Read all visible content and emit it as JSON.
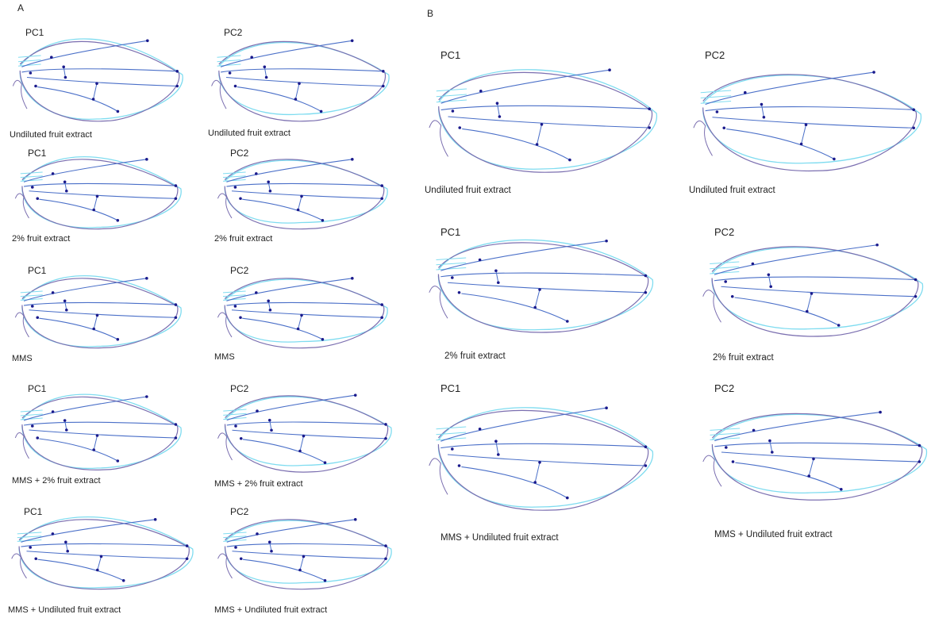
{
  "panels": {
    "a": {
      "label": "A",
      "rows": [
        {
          "pc1": "PC1",
          "pc2": "PC2",
          "cap1": "Undiluted fruit extract",
          "cap2": "Undiluted fruit extract"
        },
        {
          "pc1": "PC1",
          "pc2": "PC2",
          "cap1": "2% fruit extract",
          "cap2": "2% fruit extract"
        },
        {
          "pc1": "PC1",
          "pc2": "PC2",
          "cap1": "MMS",
          "cap2": "MMS"
        },
        {
          "pc1": "PC1",
          "pc2": "PC2",
          "cap1": "MMS + 2% fruit extract",
          "cap2": "MMS + 2% fruit extract"
        },
        {
          "pc1": "PC1",
          "pc2": "PC2",
          "cap1": "MMS + Undiluted fruit extract",
          "cap2": "MMS + Undiluted fruit extract"
        }
      ]
    },
    "b": {
      "label": "B",
      "rows": [
        {
          "pc1": "PC1",
          "pc2": "PC2",
          "cap1": "Undiluted fruit extract",
          "cap2": "Undiluted fruit extract"
        },
        {
          "pc1": "PC1",
          "pc2": "PC2",
          "cap1": "2% fruit extract",
          "cap2": "2% fruit extract"
        },
        {
          "pc1": "PC1",
          "pc2": "PC2",
          "cap1": "MMS + Undiluted fruit extract",
          "cap2": "MMS + Undiluted fruit extract"
        }
      ]
    }
  },
  "colors": {
    "outline_mean": "#7fdcf0",
    "outline_shape": "#7b6fb0",
    "veins": "#4a6fc8",
    "landmark": "#1a1a8c"
  }
}
